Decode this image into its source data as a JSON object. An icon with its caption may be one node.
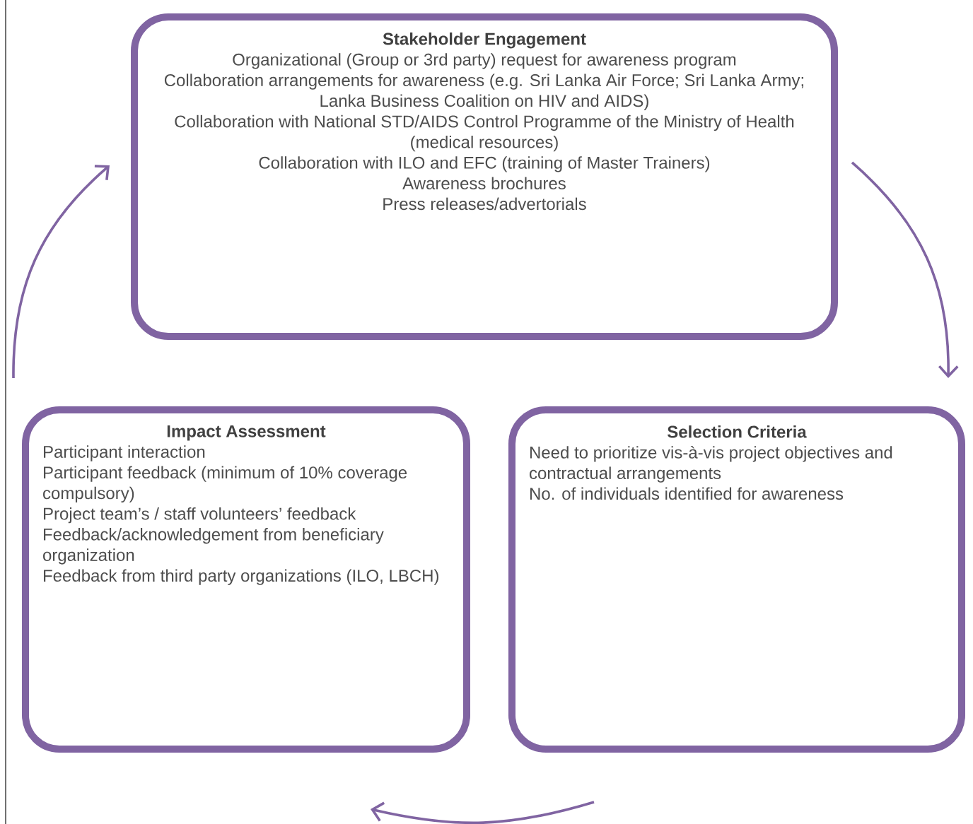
{
  "diagram": {
    "nodes": [
      {
        "text": [
          "Stakeholder Engagement",
          "Organizational (Group or 3rd party) request for awareness program",
          "Collaboration arrangements for awareness (e.g. Sri Lanka Air Force; Sri Lanka Army; Lanka Business Coalition on HIV and AIDS)",
          "Collaboration with National STD/AIDS Control Programme of the Ministry of Health (medical resources)",
          "Collaboration with ILO and EFC (training of Master Trainers)",
          "Awareness brochures",
          "Press releases/advertorials"
        ]
      },
      {
        "text": [
          "Impact Assessment",
          "Participant interaction",
          "Participant feedback (minimum of 10% coverage compulsory)",
          "Project team’s / staff volunteers’ feedback",
          "Feedback/acknowledgement from beneficiary organization",
          "Feedback from third party organizations (ILO, LBCH)"
        ]
      },
      {
        "text": [
          "Selection Criteria",
          "Need to prioritize vis-à-vis project objectives and contractual arrangements",
          "No. of individuals identified for awareness"
        ]
      }
    ],
    "edges": [
      {
        "from": 0,
        "to": 2,
        "arrow": "to"
      },
      {
        "from": 2,
        "to": 1,
        "arrow": "to"
      },
      {
        "from": 1,
        "to": 0,
        "arrow": "to"
      }
    ]
  }
}
